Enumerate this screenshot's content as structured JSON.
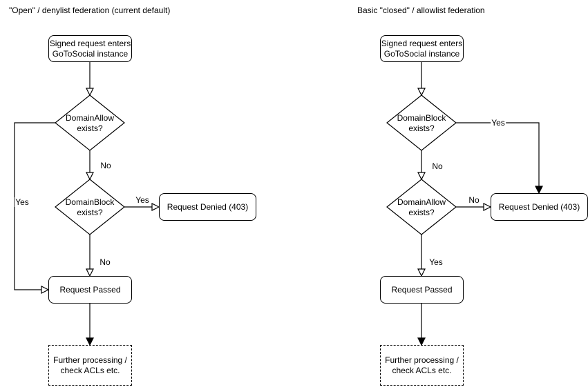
{
  "colors": {
    "background": "#ffffff",
    "stroke": "#000000",
    "text": "#000000"
  },
  "diagrams": [
    {
      "title": "\"Open\" / denylist federation (current default)",
      "nodes": {
        "start_line1": "Signed request enters",
        "start_line2": "GoToSocial instance",
        "decision1_line1": "DomainAllow",
        "decision1_line2": "exists?",
        "decision2_line1": "DomainBlock",
        "decision2_line2": "exists?",
        "denied": "Request Denied (403)",
        "passed": "Request Passed",
        "further_line1": "Further processing /",
        "further_line2": "check ACLs etc."
      },
      "edge_labels": {
        "decision1_no": "No",
        "decision1_yes": "Yes",
        "decision2_yes": "Yes",
        "decision2_no": "No"
      }
    },
    {
      "title": "Basic \"closed\" / allowlist federation",
      "nodes": {
        "start_line1": "Signed request enters",
        "start_line2": "GoToSocial instance",
        "decision1_line1": "DomainBlock",
        "decision1_line2": "exists?",
        "decision2_line1": "DomainAllow",
        "decision2_line2": "exists?",
        "denied": "Request Denied (403)",
        "passed": "Request Passed",
        "further_line1": "Further processing /",
        "further_line2": "check ACLs etc."
      },
      "edge_labels": {
        "decision1_yes": "Yes",
        "decision1_no": "No",
        "decision2_no": "No",
        "decision2_yes": "Yes"
      }
    }
  ]
}
